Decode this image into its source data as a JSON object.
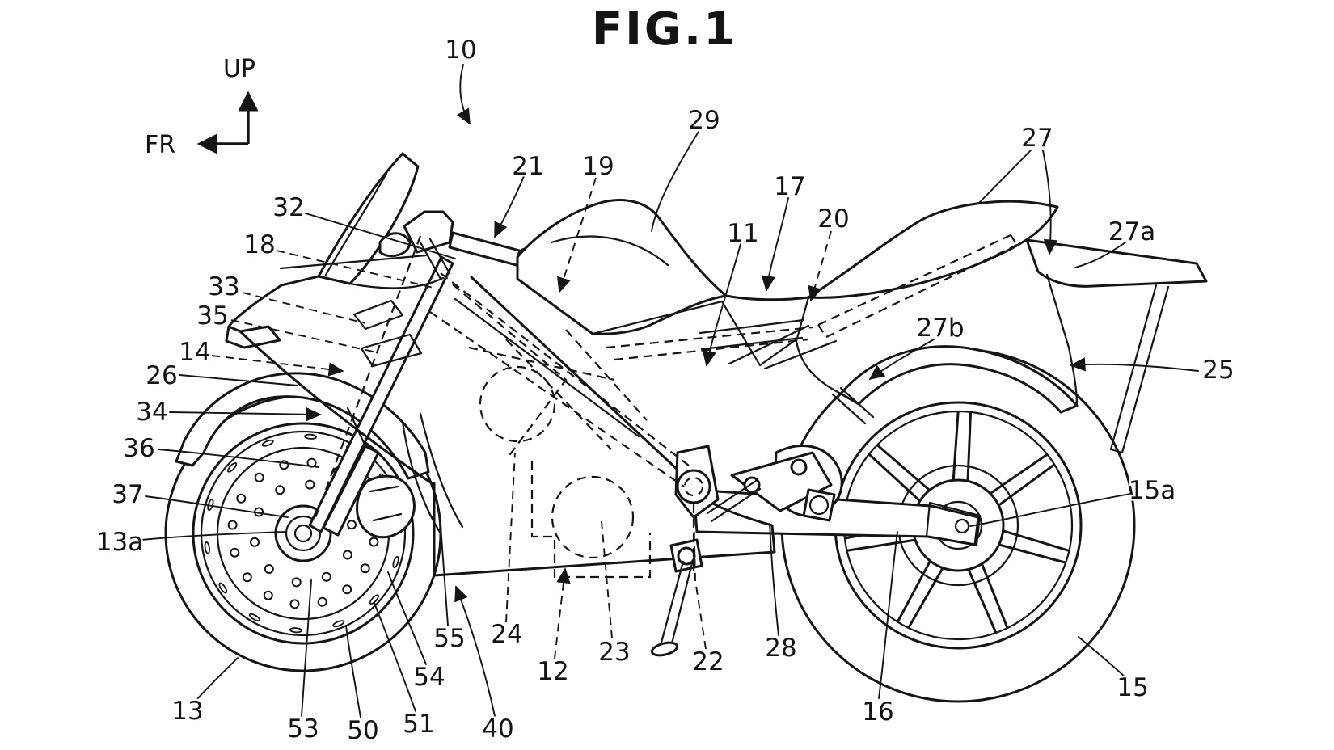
{
  "figure": {
    "title": "FIG.1"
  },
  "orientation": {
    "up_label": "UP",
    "front_label": "FR"
  },
  "style": {
    "line_color": "#151515",
    "background": "#ffffff"
  },
  "drawing_type": "patent line drawing of a motorcycle, side view",
  "reference_labels": [
    {
      "ref": "10"
    },
    {
      "ref": "29"
    },
    {
      "ref": "21"
    },
    {
      "ref": "19"
    },
    {
      "ref": "17"
    },
    {
      "ref": "11"
    },
    {
      "ref": "20"
    },
    {
      "ref": "27"
    },
    {
      "ref": "27a"
    },
    {
      "ref": "27b"
    },
    {
      "ref": "25"
    },
    {
      "ref": "15a"
    },
    {
      "ref": "15"
    },
    {
      "ref": "16"
    },
    {
      "ref": "28"
    },
    {
      "ref": "22"
    },
    {
      "ref": "23"
    },
    {
      "ref": "12"
    },
    {
      "ref": "24"
    },
    {
      "ref": "55"
    },
    {
      "ref": "54"
    },
    {
      "ref": "51"
    },
    {
      "ref": "50"
    },
    {
      "ref": "53"
    },
    {
      "ref": "40"
    },
    {
      "ref": "13"
    },
    {
      "ref": "13a"
    },
    {
      "ref": "37"
    },
    {
      "ref": "36"
    },
    {
      "ref": "34"
    },
    {
      "ref": "26"
    },
    {
      "ref": "14"
    },
    {
      "ref": "35"
    },
    {
      "ref": "33"
    },
    {
      "ref": "18"
    },
    {
      "ref": "32"
    }
  ]
}
